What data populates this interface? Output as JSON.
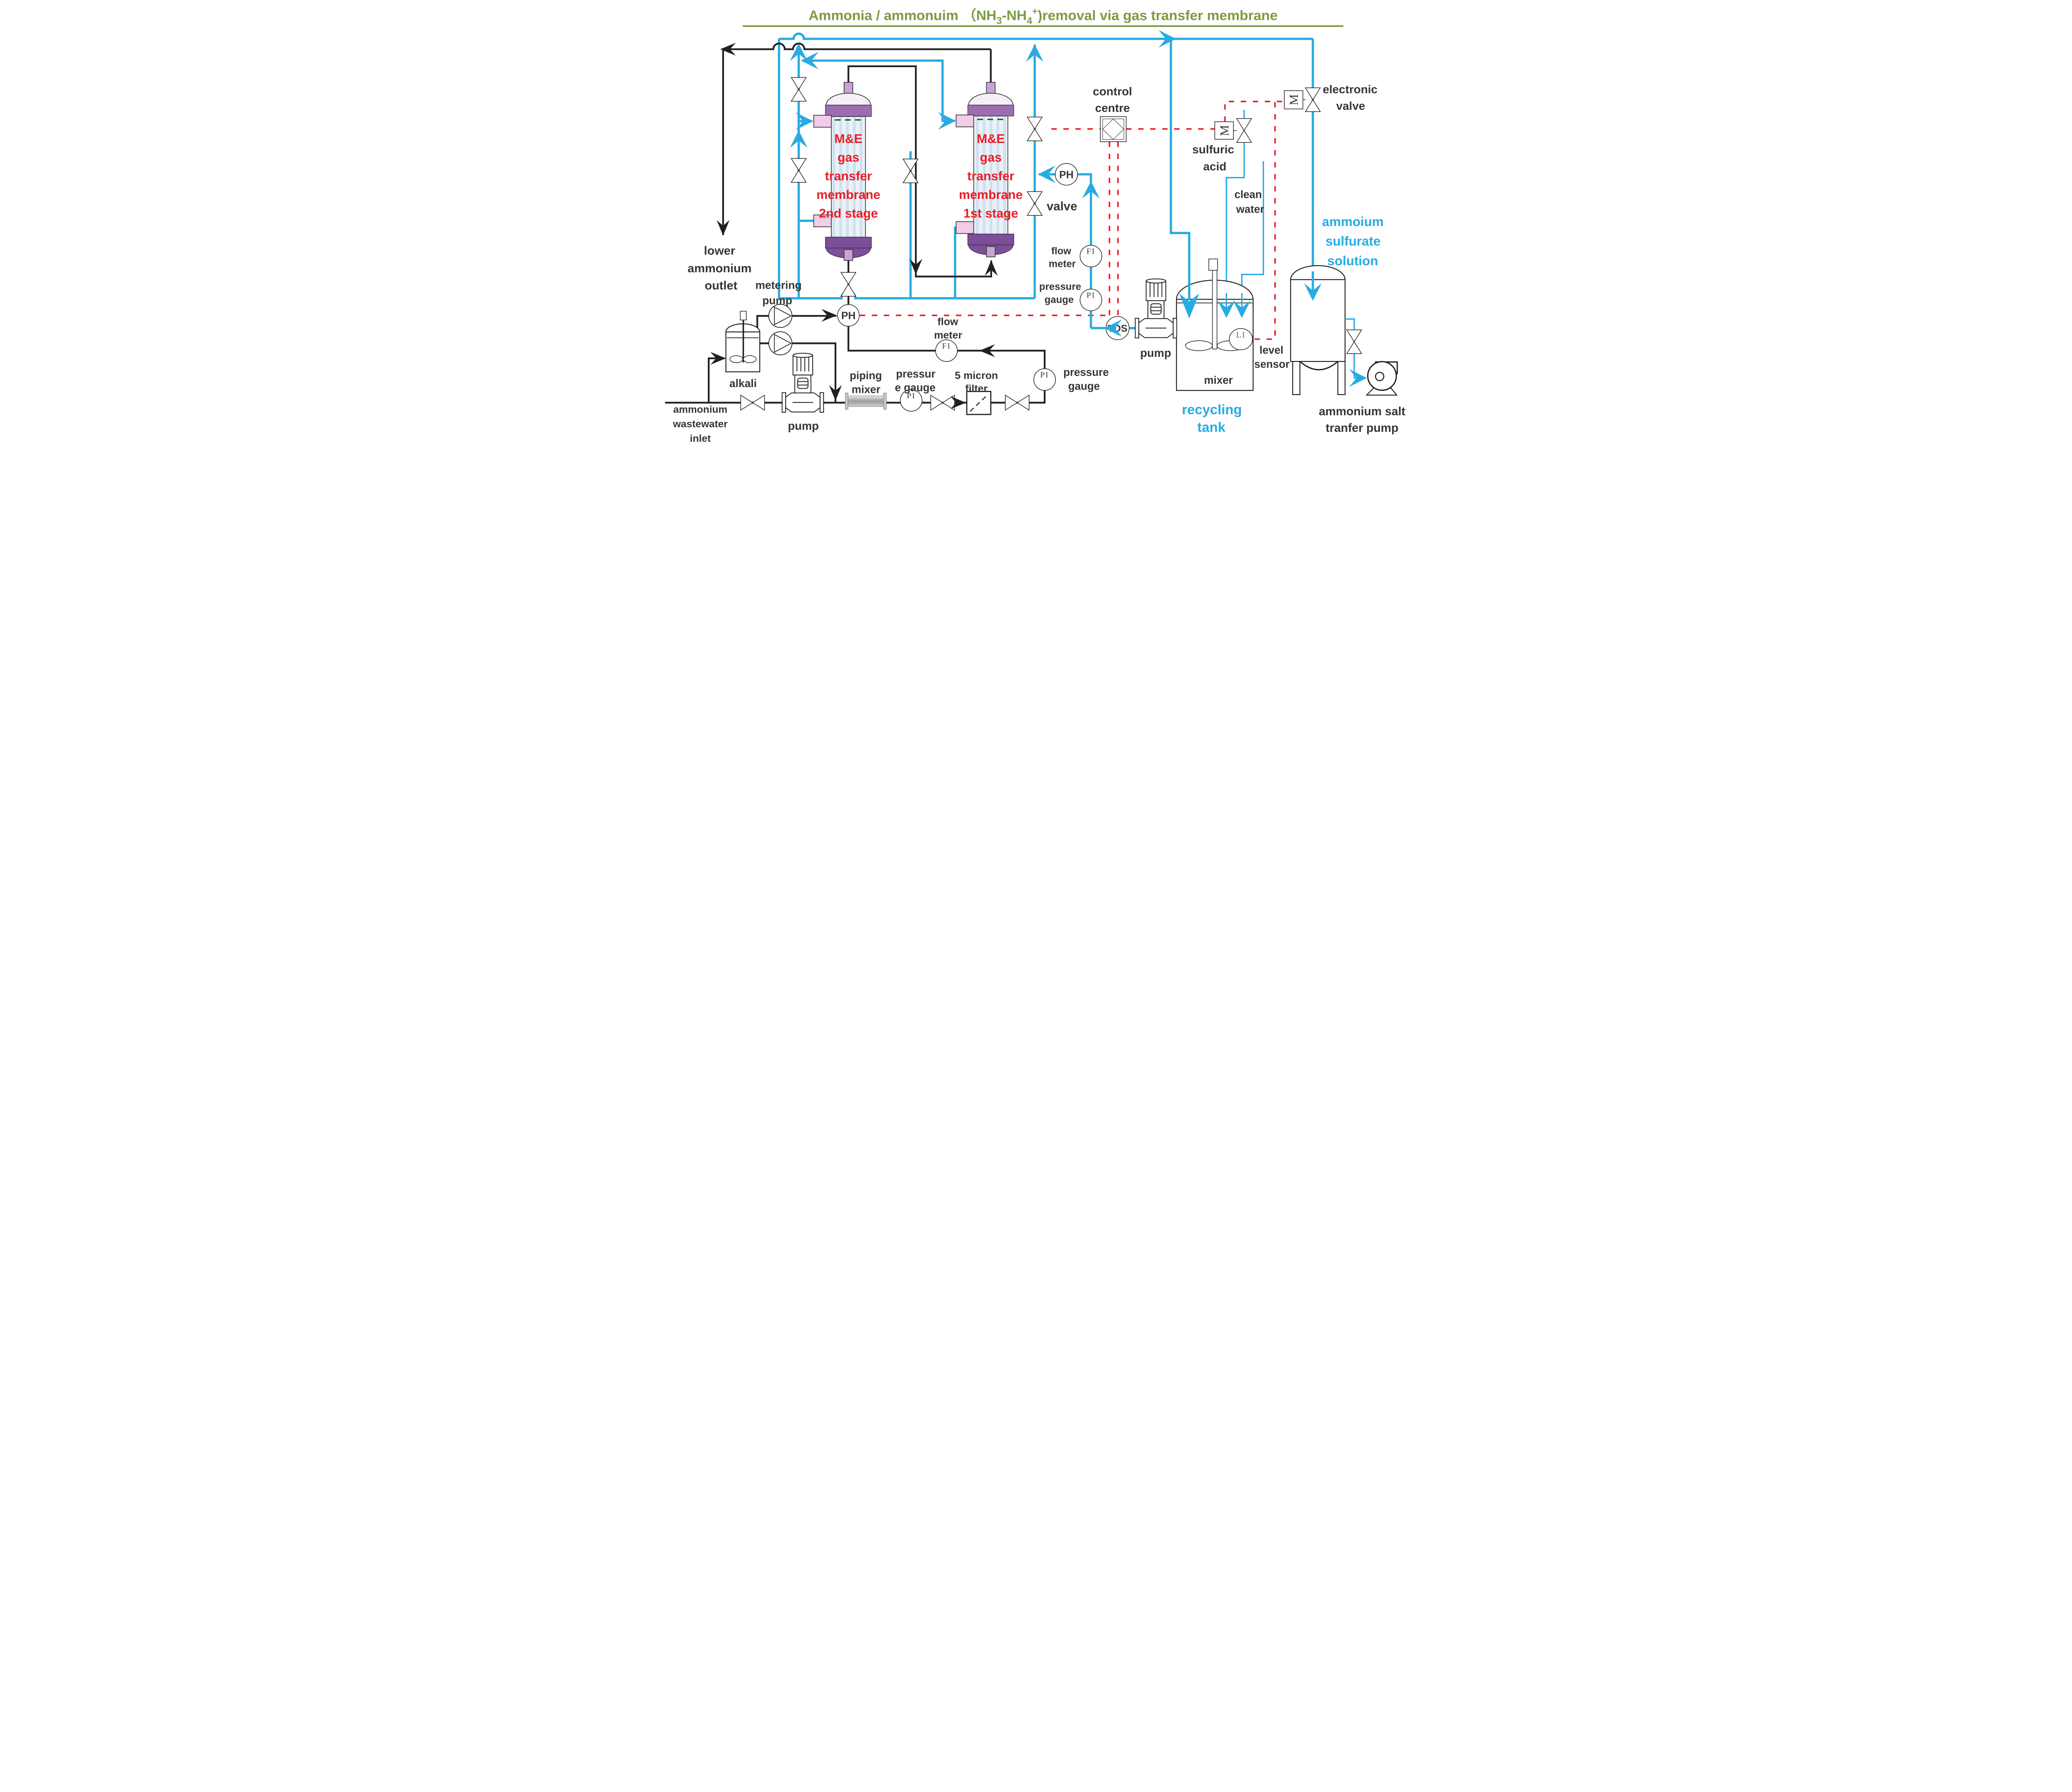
{
  "title": {
    "part1": "Ammonia / ammonuim （NH",
    "sub1": "3",
    "part2": "-NH",
    "sub2": "4",
    "sup": "+",
    "part3": ")removal via gas transfer membrane"
  },
  "columns": {
    "stage2": {
      "l1": "M&E",
      "l2": "gas",
      "l3": "transfer",
      "l4": "membrane",
      "l5": "2nd stage"
    },
    "stage1": {
      "l1": "M&E",
      "l2": "gas",
      "l3": "transfer",
      "l4": "membrane",
      "l5": "1st stage"
    }
  },
  "labels": {
    "control_centre": [
      "control",
      "centre"
    ],
    "electronic_valve": [
      "electronic",
      "valve"
    ],
    "sulfuric_acid": [
      "sulfuric",
      "acid"
    ],
    "clean_water": [
      "clean",
      "water"
    ],
    "ammonium_sulfurate": [
      "ammoium",
      "sulfurate",
      "solution"
    ],
    "valve": "valve",
    "flow_meter_right": [
      "flow",
      "meter"
    ],
    "pressure_gauge_right": [
      "pressure",
      "gauge"
    ],
    "lower_ammonium_outlet": [
      "lower",
      "ammonium",
      "outlet"
    ],
    "metering_pump": [
      "metering",
      "pump"
    ],
    "alkali": "alkali",
    "pump_bottom": "pump",
    "ammonium_wastewater_inlet": [
      "ammonium",
      "wastewater",
      "inlet"
    ],
    "piping_mixer": [
      "piping",
      "mixer"
    ],
    "pressure_gauge_bottom": [
      "pressur",
      "e gauge"
    ],
    "micron_filter": [
      "5 micron",
      "filter"
    ],
    "flow_meter_bottom": [
      "flow",
      "meter"
    ],
    "pressure_gauge_corner": [
      "pressure",
      "gauge"
    ],
    "pump_tds": "pump",
    "recycling_tank": [
      "recycling",
      "tank"
    ],
    "mixer": "mixer",
    "level_sensor": [
      "level",
      "sensor"
    ],
    "ammonium_salt_pump": [
      "ammonium salt",
      "tranfer pump"
    ]
  },
  "instruments": {
    "ph_valve": "PH",
    "ph_dosing": "PH",
    "fi_right": "FI",
    "pi_right": "PI",
    "fi_bottom": "FI",
    "pi_bottom": "PI",
    "pi_corner": "PI",
    "li": "LI",
    "tds": "TDS",
    "m_sulfuric": "M",
    "m_electronic": "M"
  },
  "colors": {
    "cyan": "#29abe2",
    "red": "#ec2027",
    "green": "#7d9b40",
    "ink": "#231f20",
    "ink2": "#363636",
    "purple-flange": "#9c6db1",
    "purple-dark": "#7d4f98",
    "nub": "#c9a3d4",
    "nozzle": "#f0cde8"
  }
}
